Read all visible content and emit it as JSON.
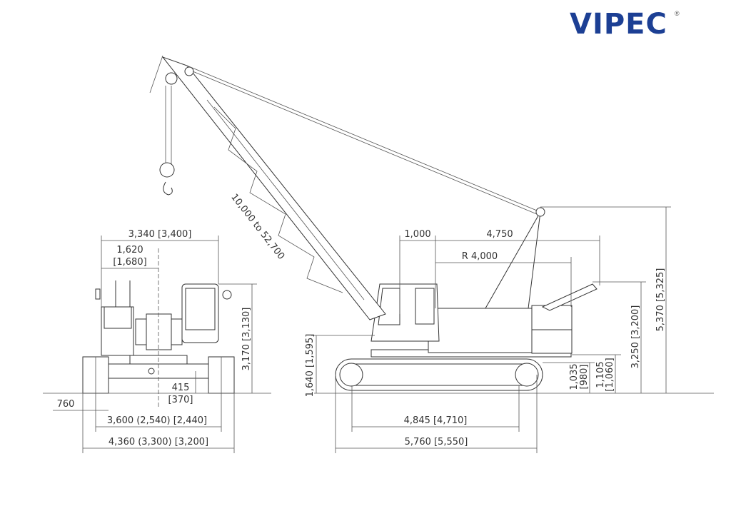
{
  "logo": {
    "text": "VIPEC",
    "sub": "®",
    "brand_color": "#1c3f94",
    "accent_color": "#d62828"
  },
  "front_view": {
    "width_overall": "3,340 [3,400]",
    "center_offset_line1": "1,620",
    "center_offset_line2": "[1,680]",
    "height": "3,170 [3,130]",
    "clearance_line1": "415",
    "clearance_line2": "[370]",
    "track_shoe": "760",
    "track_gauge": "3,600 (2,540) [2,440]",
    "overall_width": "4,360 (3,300) [3,200]"
  },
  "side_view": {
    "boom_length": "10,000 to 52,700",
    "boom_foot": "1,000",
    "tail_length": "4,750",
    "tail_radius": "R 4,000",
    "overall_height": "5,370 [5,325]",
    "cab_height": "3,250 [3,200]",
    "counterweight_clearance_line1": "1,105",
    "counterweight_clearance_line2": "[1,060]",
    "ground_clearance_line1": "1,035",
    "ground_clearance_line2": "[980]",
    "boom_foot_height": "1,640 [1,595]",
    "tumbler_distance": "4,845 [4,710]",
    "crawler_length": "5,760 [5,550]"
  }
}
